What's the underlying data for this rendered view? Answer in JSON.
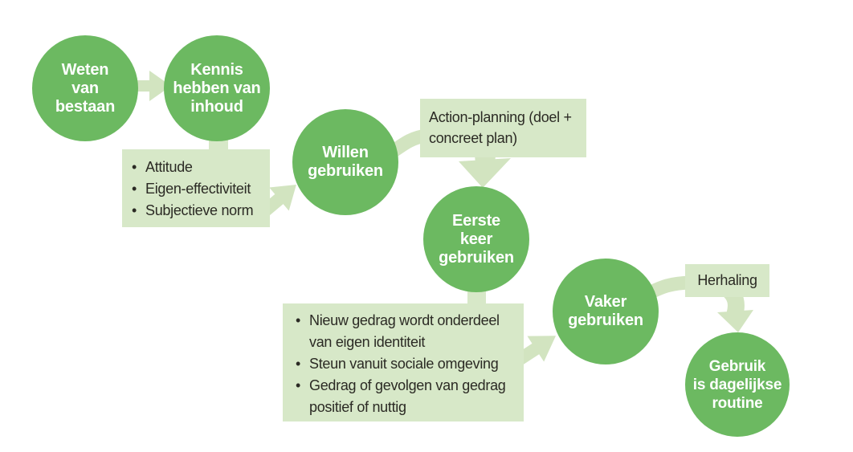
{
  "colors": {
    "background": "#ffffff",
    "circle_fill": "#6cb961",
    "circle_text": "#ffffff",
    "box_fill": "#d7e8c8",
    "arrow_fill": "#d2e4c0",
    "box_text": "#2b2a24"
  },
  "bullet_char": "•",
  "nodes": {
    "weten": "Weten\nvan\nbestaan",
    "kennis": "Kennis\nhebben van\ninhoud",
    "willen": "Willen\ngebruiken",
    "eerste": "Eerste\nkeer\ngebruiken",
    "vaker": "Vaker\ngebruiken",
    "gebruik": "Gebruik\nis dagelijkse\nroutine"
  },
  "boxes": {
    "determinanten": {
      "items": [
        "Attitude",
        "Eigen-effectiviteit",
        "Subjectieve norm"
      ]
    },
    "action_planning": "Action-planning (doel +\nconcreet plan)",
    "verankering": {
      "items": [
        "Nieuw gedrag wordt onderdeel\nvan eigen identiteit",
        "Steun vanuit sociale omgeving",
        "Gedrag of gevolgen van gedrag\npositief of nuttig"
      ]
    },
    "herhaling": "Herhaling"
  }
}
